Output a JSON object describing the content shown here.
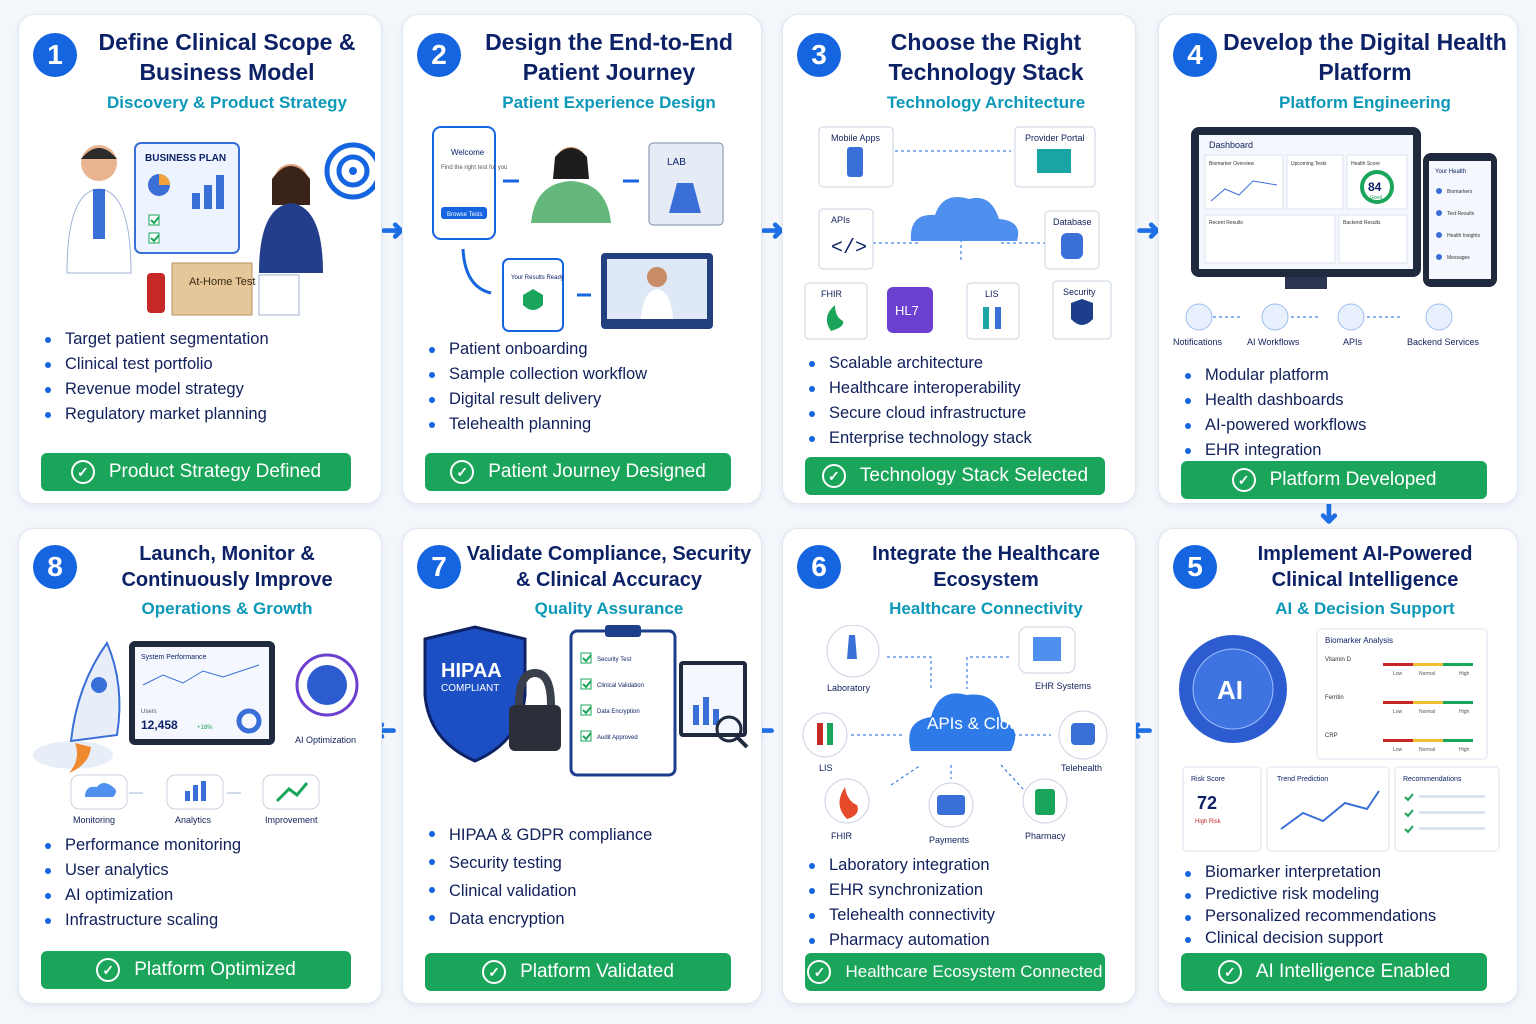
{
  "steps": [
    {
      "num": "1",
      "title": "Define Clinical Scope & Business Model",
      "subtitle": "Discovery & Product Strategy",
      "illustration": {
        "plan": "BUSINESS PLAN",
        "kit": "At-Home Test Kit"
      },
      "bullets": [
        "Target patient segmentation",
        "Clinical test portfolio",
        "Revenue model strategy",
        "Regulatory market planning"
      ],
      "badge": "Product Strategy Defined"
    },
    {
      "num": "2",
      "title": "Design the End-to-End Patient Journey",
      "subtitle": "Patient Experience Design",
      "illustration": {
        "welcome": "Welcome",
        "find": "Find the right test for you",
        "browse": "Browse Tests",
        "lab": "LAB",
        "results": "Your Results Ready"
      },
      "bullets": [
        "Patient onboarding",
        "Sample collection workflow",
        "Digital result delivery",
        "Telehealth planning"
      ],
      "badge": "Patient Journey Designed"
    },
    {
      "num": "3",
      "title": "Choose the Right Technology Stack",
      "subtitle": "Technology Architecture",
      "illustration": {
        "mobile": "Mobile Apps",
        "provider": "Provider Portal",
        "apis": "APIs",
        "database": "Database",
        "fhir": "FHIR",
        "hl7": "HL7",
        "lis": "LIS",
        "security": "Security"
      },
      "bullets": [
        "Scalable architecture",
        "Healthcare interoperability",
        "Secure cloud infrastructure",
        "Enterprise technology stack"
      ],
      "badge": "Technology Stack Selected"
    },
    {
      "num": "4",
      "title": "Develop the Digital Health Platform",
      "subtitle": "Platform Engineering",
      "illustration": {
        "dashboard": "Dashboard",
        "overview": "Biomarker Overview",
        "upcoming": "Upcoming Tests",
        "score": "Health Score",
        "score_val": "84",
        "score_lbl": "Good",
        "recent": "Recent Results",
        "backend_results": "Backend Results",
        "your_health": "Your Health",
        "m1": "Biomarkers",
        "m2": "Test Results",
        "m3": "Health Insights",
        "m4": "Messages",
        "notifications": "Notifications",
        "ai": "AI Workflows",
        "apis": "APIs",
        "backend": "Backend Services"
      },
      "bullets": [
        "Modular platform",
        "Health dashboards",
        "AI-powered workflows",
        "EHR integration"
      ],
      "badge": "Platform Developed"
    },
    {
      "num": "5",
      "title": "Implement AI-Powered Clinical Intelligence",
      "subtitle": "AI & Decision Support",
      "illustration": {
        "ai": "AI",
        "analysis": "Biomarker Analysis",
        "b1": "Vitamin D",
        "b2": "Ferritin",
        "b3": "CRP",
        "low": "Low",
        "normal": "Normal",
        "high": "High",
        "risk": "Risk Score",
        "risk_val": "72",
        "risk_lbl": "High Risk",
        "trend": "Trend Prediction",
        "recs": "Recommendations"
      },
      "bullets": [
        "Biomarker interpretation",
        "Predictive risk modeling",
        "Personalized recommendations",
        "Clinical decision support"
      ],
      "badge": "AI Intelligence Enabled"
    },
    {
      "num": "6",
      "title": "Integrate the Healthcare Ecosystem",
      "subtitle": "Healthcare Connectivity",
      "illustration": {
        "center": "APIs & Cloud",
        "lab": "Laboratory",
        "ehr": "EHR Systems",
        "lis": "LIS",
        "tele": "Telehealth",
        "fhir": "FHIR",
        "pay": "Payments",
        "pharm": "Pharmacy"
      },
      "bullets": [
        "Laboratory integration",
        "EHR synchronization",
        "Telehealth connectivity",
        "Pharmacy automation"
      ],
      "badge": "Healthcare Ecosystem Connected"
    },
    {
      "num": "7",
      "title": "Validate Compliance, Security & Clinical Accuracy",
      "subtitle": "Quality Assurance",
      "illustration": {
        "hipaa": "HIPAA",
        "compliant": "COMPLIANT",
        "c1": "Security Test",
        "c2": "Clinical Validation",
        "c3": "Data Encryption",
        "c4": "Audit Approved"
      },
      "bullets": [
        "HIPAA & GDPR compliance",
        "Security testing",
        "Clinical validation",
        "Data encryption"
      ],
      "badge": "Platform Validated"
    },
    {
      "num": "8",
      "title": "Launch, Monitor & Continuously Improve",
      "subtitle": "Operations & Growth",
      "illustration": {
        "perf": "System Performance",
        "users": "Users",
        "users_val": "12,458",
        "growth": "+18%",
        "aiopt": "AI Optimization",
        "monitoring": "Monitoring",
        "analytics": "Analytics",
        "improvement": "Improvement"
      },
      "bullets": [
        "Performance monitoring",
        "User analytics",
        "AI optimization",
        "Infrastructure scaling"
      ],
      "badge": "Platform Optimized"
    }
  ],
  "colors": {
    "accent": "#1565e0",
    "title": "#0d2266",
    "subtitle": "#0c98b8",
    "badge": "#1aa55a"
  }
}
